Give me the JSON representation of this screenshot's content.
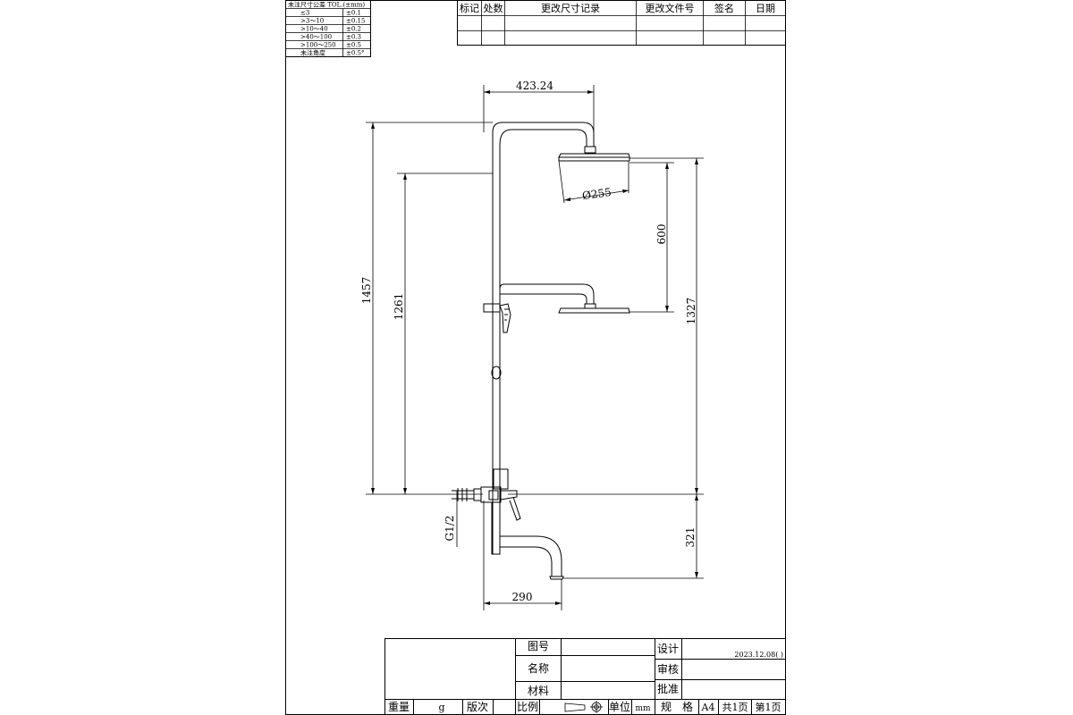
{
  "tolerance_table": {
    "header": "未注尺寸公差 TOL.(±mm)",
    "rows": [
      {
        "range": "≤3",
        "tol": "±0.1"
      },
      {
        "range": ">3～10",
        "tol": "±0.15"
      },
      {
        "range": ">10～40",
        "tol": "±0.2"
      },
      {
        "range": ">40～100",
        "tol": "±0.3"
      },
      {
        "range": ">100～250",
        "tol": "±0.5"
      },
      {
        "range": "未注角度",
        "tol": "±0.5°"
      }
    ]
  },
  "revision_table": {
    "headers": [
      "标记",
      "处数",
      "更改尺寸记录",
      "更改文件号",
      "签名",
      "日期"
    ]
  },
  "dimensions": {
    "top_width": "423.24",
    "head_diameter": "Ø255",
    "head_spacing": "600",
    "total_height": "1457",
    "mid_height": "1261",
    "right_height": "1327",
    "thread": "G1/2",
    "spout_height": "321",
    "spout_reach": "290"
  },
  "title_block": {
    "drawing_no_label": "图号",
    "name_label": "名称",
    "material_label": "材料",
    "weight_label": "重量",
    "weight_unit": "g",
    "version_label": "版次",
    "scale_label": "比例",
    "unit_label": "单位",
    "unit_value": "mm",
    "design_label": "设计",
    "design_date": "2023.12.08( )",
    "review_label": "审核",
    "approve_label": "批准",
    "spec_label": "规　格",
    "paper_size": "A4",
    "total_pages": "共1页",
    "page_no": "第1页"
  }
}
